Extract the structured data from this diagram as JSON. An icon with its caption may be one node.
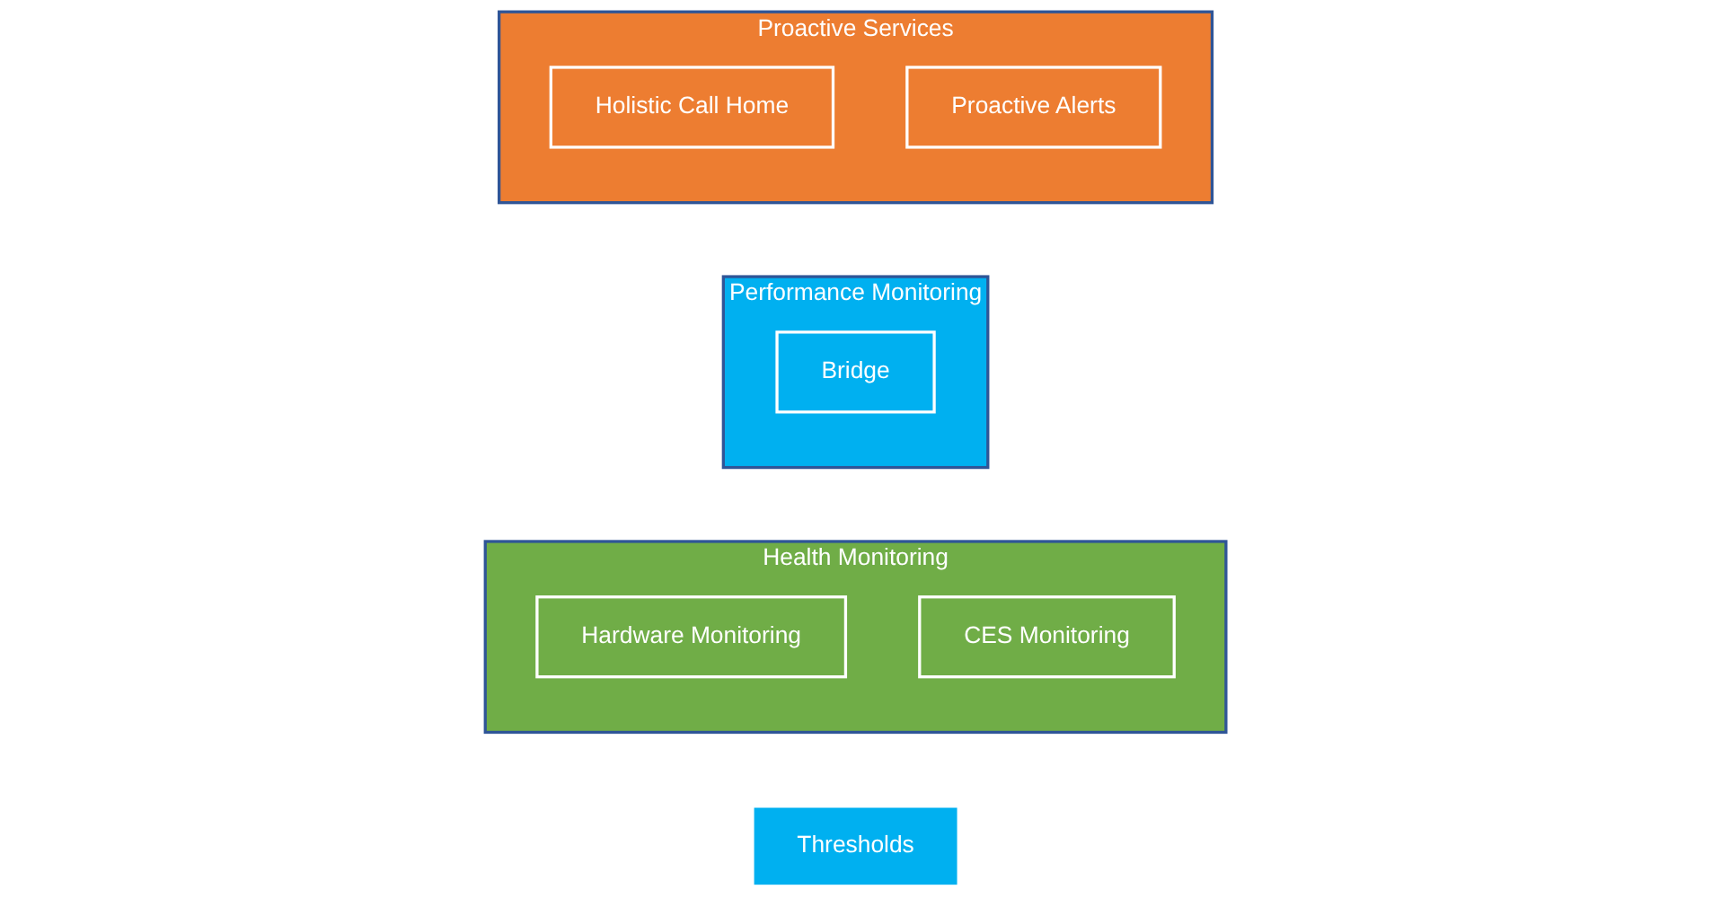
{
  "diagram": {
    "nodes": [
      {
        "text": [
          "Health Monitoring"
        ]
      },
      {
        "text": [
          "Performance Monitoring"
        ]
      },
      {
        "text": [
          "Proactive Services"
        ]
      },
      {
        "text": [
          "Holistic Call Home"
        ],
        "in": 2
      },
      {
        "text": [
          "Thresholds"
        ]
      },
      {
        "text": [
          "Hardware Monitoring"
        ],
        "in": 0
      },
      {
        "text": [
          "Bridge"
        ],
        "in": 1
      },
      {
        "text": [
          "Proactive Alerts"
        ],
        "in": 2
      },
      {
        "text": [
          "CES Monitoring"
        ],
        "in": 0
      }
    ],
    "edges": []
  }
}
